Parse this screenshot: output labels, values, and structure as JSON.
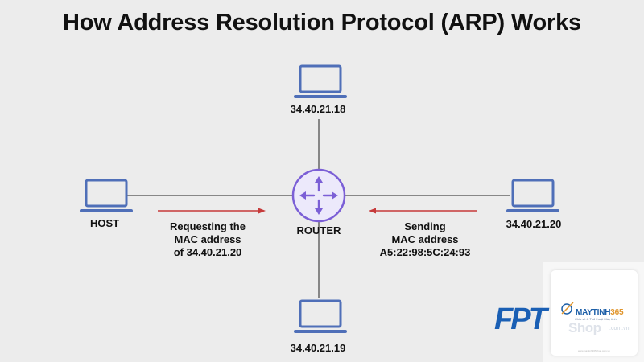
{
  "title": "How Address Resolution Protocol (ARP) Works",
  "nodes": {
    "top_ip": "34.40.21.18",
    "bottom_ip": "34.40.21.19",
    "right_ip": "34.40.21.20",
    "host_label": "HOST",
    "router_label": "ROUTER"
  },
  "messages": {
    "request": [
      "Requesting the",
      "MAC address",
      "of 34.40.21.20"
    ],
    "reply": [
      "Sending",
      "MAC address",
      "A5:22:98:5C:24:93"
    ]
  },
  "watermark": {
    "logo_text": "FPT",
    "brand_prefix": "MAYTINH",
    "brand_number": "365",
    "tagline": "Chia sẻ & Thủ thuật Máy tính",
    "shop": "Shop",
    "domain": ".com.vn",
    "footer_url": "www.maytinh365shop.com.vn"
  },
  "colors": {
    "laptop": "#4f6fb8",
    "router_fill": "#ece9fb",
    "router_accent": "#7b5fd6",
    "arrow": "#c63a3a",
    "line": "#222222"
  }
}
